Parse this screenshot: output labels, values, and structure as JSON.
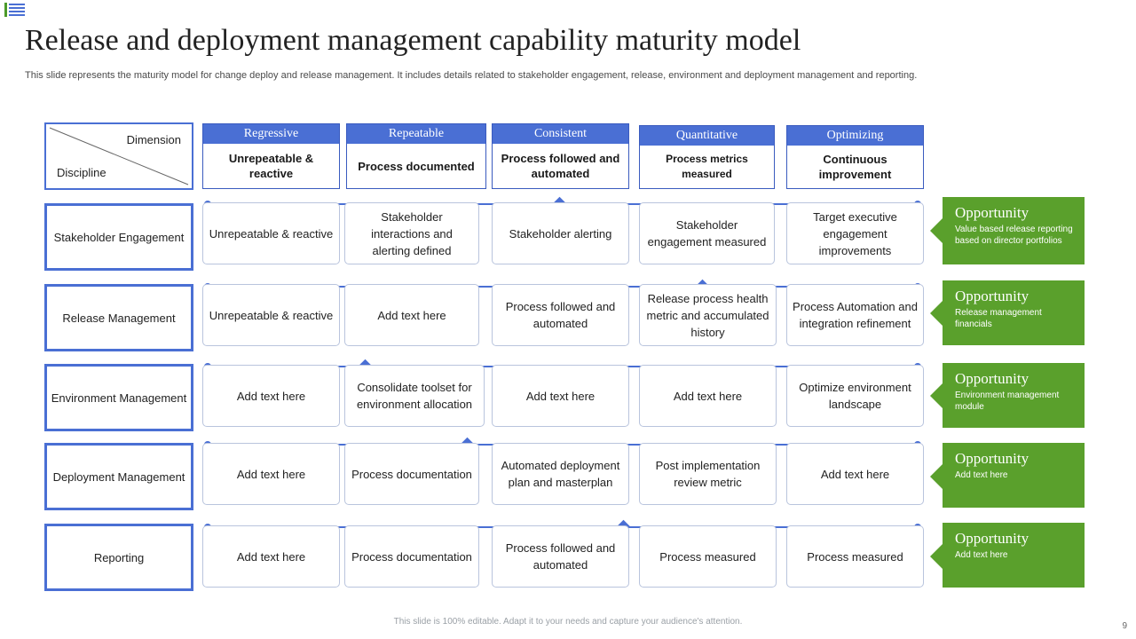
{
  "page": {
    "title": "Release and deployment management capability maturity model",
    "subtitle": "This slide represents the maturity model for change deploy and release management. It includes details related to stakeholder engagement, release, environment and deployment management and reporting.",
    "footer": "This slide is 100% editable. Adapt it to your needs and capture your audience's attention.",
    "page_number": "9",
    "accent_blue": "#4a6fd4",
    "accent_green": "#5aa02c"
  },
  "corner": {
    "dimension_label": "Dimension",
    "discipline_label": "Discipline"
  },
  "columns": [
    {
      "title": "Regressive",
      "summary": "Unrepeatable & reactive"
    },
    {
      "title": "Repeatable",
      "summary": "Process documented"
    },
    {
      "title": "Consistent",
      "summary": "Process followed and automated"
    },
    {
      "title": "Quantitative",
      "summary": "Process metrics measured"
    },
    {
      "title": "Optimizing",
      "summary": "Continuous improvement"
    }
  ],
  "rows": [
    {
      "label": "Stakeholder Engagement",
      "cells": [
        "Unrepeatable & reactive",
        "Stakeholder interactions and alerting defined",
        "Stakeholder alerting",
        "Stakeholder engagement measured",
        "Target executive engagement improvements"
      ],
      "opportunity": {
        "title": "Opportunity",
        "desc": "Value based release reporting based on director portfolios"
      }
    },
    {
      "label": "Release Management",
      "cells": [
        "Unrepeatable & reactive",
        "Add text here",
        "Process followed and automated",
        "Release process health metric and accumulated history",
        "Process Automation and integration refinement"
      ],
      "opportunity": {
        "title": "Opportunity",
        "desc": "Release management financials"
      }
    },
    {
      "label": "Environment Management",
      "cells": [
        "Add text here",
        "Consolidate toolset for environment allocation",
        "Add text here",
        "Add text here",
        "Optimize environment landscape"
      ],
      "opportunity": {
        "title": "Opportunity",
        "desc": "Environment management module"
      }
    },
    {
      "label": "Deployment Management",
      "cells": [
        "Add text here",
        "Process documentation",
        "Automated deployment plan and masterplan",
        "Post implementation review metric",
        "Add text here"
      ],
      "opportunity": {
        "title": "Opportunity",
        "desc": "Add text here"
      }
    },
    {
      "label": "Reporting",
      "cells": [
        "Add text here",
        "Process documentation",
        "Process followed and automated",
        "Process measured",
        "Process measured"
      ],
      "opportunity": {
        "title": "Opportunity",
        "desc": "Add text here"
      }
    }
  ]
}
